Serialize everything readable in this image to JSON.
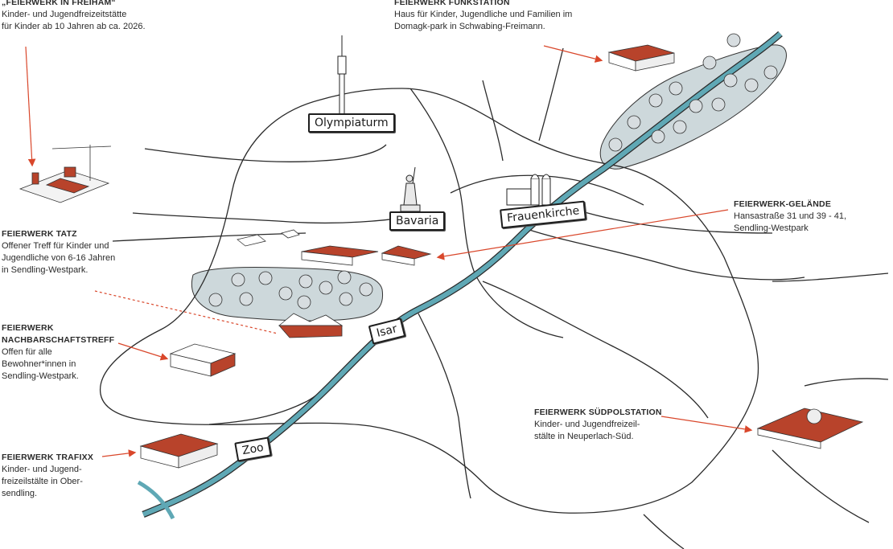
{
  "colors": {
    "river": "#5fa8b5",
    "park": "#cdd8db",
    "roof": "#b8432b",
    "arrow": "#d9472b",
    "road": "#2a2a2a"
  },
  "landmarks": {
    "olympiaturm": "Olympiaturm",
    "bavaria": "Bavaria",
    "frauenkirche": "Frauenkirche",
    "isar": "Isar",
    "zoo": "Zoo"
  },
  "locations": {
    "freiham": {
      "title": "„FEIERWERK IN FREIHAM“",
      "lines": [
        "Kinder- und Jugendfreizeitstätte",
        "für Kinder ab 10 Jahren ab ca. 2026."
      ]
    },
    "funkstation": {
      "title": "FEIERWERK FUNKSTATION",
      "lines": [
        "Haus für Kinder, Jugendliche und Familien im",
        "Domagk-park in Schwabing-Freimann."
      ]
    },
    "tatz": {
      "title": "FEIERWERK TATZ",
      "lines": [
        "Offener Treff für Kinder und",
        "Jugendliche von 6-16 Jahren",
        "in Sendling-Westpark."
      ]
    },
    "gelaende": {
      "title": "FEIERWERK-GELÄNDE",
      "lines": [
        "Hansastraße 31 und 39 - 41,",
        "Sendling-Westpark"
      ]
    },
    "nachbarschaftstreff": {
      "title_lines": [
        "FEIERWERK",
        "NACHBARSCHAFTSTREFF"
      ],
      "lines": [
        "Offen für alle",
        "Bewohner*innen in",
        "Sendling-Westpark."
      ]
    },
    "suedpolstation": {
      "title": "FEIERWERK SÜDPOLSTATION",
      "lines": [
        "Kinder- und Jugendfreizeil-",
        "stälte in Neuperlach-Süd."
      ]
    },
    "trafixx": {
      "title": "FEIERWERK TRAFIXX",
      "lines": [
        "Kinder- und Jugend-",
        "freizeilstälte in Ober-",
        "sendling."
      ]
    }
  }
}
